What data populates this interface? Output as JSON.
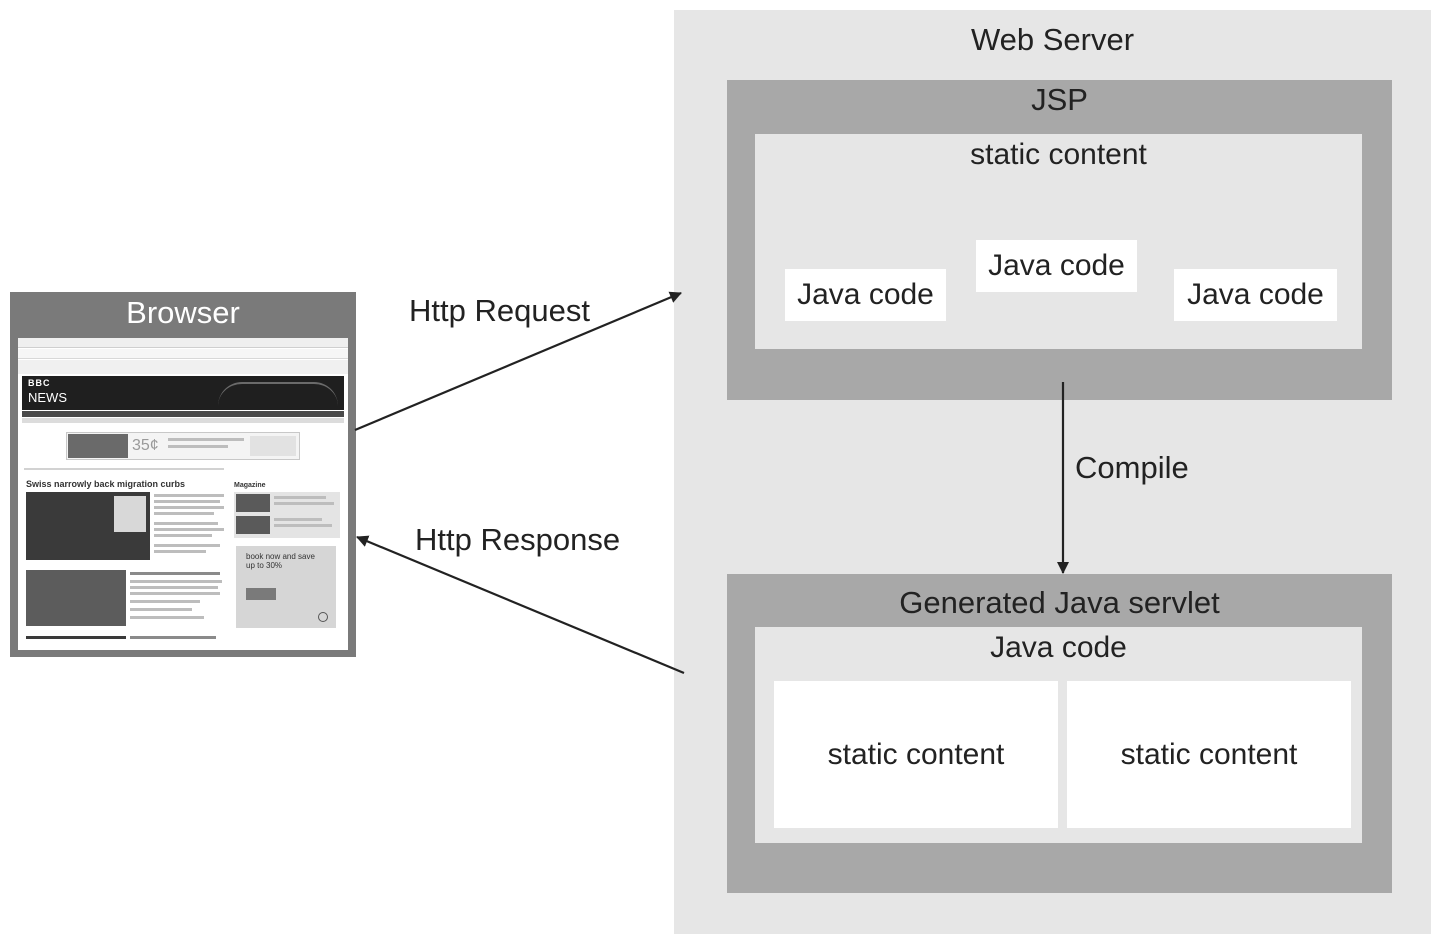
{
  "web_server": {
    "title": "Web Server",
    "jsp": {
      "title": "JSP",
      "static_label": "static content",
      "code_chips": [
        "Java code",
        "Java code",
        "Java code"
      ]
    },
    "compile_label": "Compile",
    "servlet": {
      "title": "Generated Java servlet",
      "code_label": "Java code",
      "static_cells": [
        "static content",
        "static content"
      ]
    }
  },
  "browser": {
    "title": "Browser",
    "screenshot": {
      "brand": "BBC",
      "section": "NEWS",
      "headline": "Swiss narrowly back migration curbs",
      "sidebar_heading": "Magazine",
      "ad_price": "35¢",
      "ad_text": "book now and save up to 30%"
    }
  },
  "arrows": {
    "request_label": "Http Request",
    "response_label": "Http Response"
  },
  "colors": {
    "server_bg": "#e6e6e6",
    "box_dark": "#a8a8a8",
    "browser_frame": "#7a7a7a",
    "arrow": "#222222"
  }
}
